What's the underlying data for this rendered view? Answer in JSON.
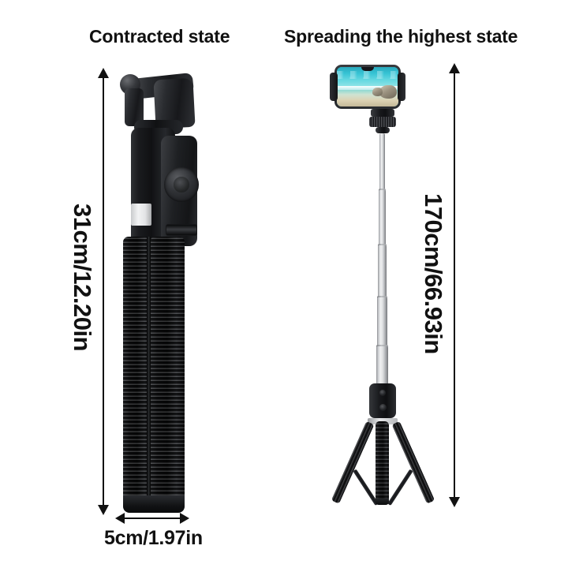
{
  "meta": {
    "background_color": "#ffffff",
    "ink_color": "#111111"
  },
  "captions": {
    "left": "Contracted state",
    "right": "Spreading the highest state"
  },
  "dimensions": {
    "left_height": "31cm/12.20in",
    "left_width": "5cm/1.97in",
    "right_height": "170cm/66.93in"
  },
  "products": {
    "contracted": {
      "name": "Selfie stick folded",
      "parts": [
        "phone-clamp-arm",
        "clamp-pivot-knob",
        "handle-body",
        "white-band",
        "detachable-remote",
        "shutter-button",
        "remote-release-slot",
        "folded-tripod-legs"
      ]
    },
    "extended": {
      "name": "Selfie stick extended with phone",
      "parts": [
        "smartphone",
        "phone-screen-photo",
        "ball-head-mount",
        "telescoping-pole",
        "tripod-hub",
        "tripod-legs",
        "center-column"
      ],
      "screen_photo": "beach and turquoise sea with rocks"
    }
  }
}
